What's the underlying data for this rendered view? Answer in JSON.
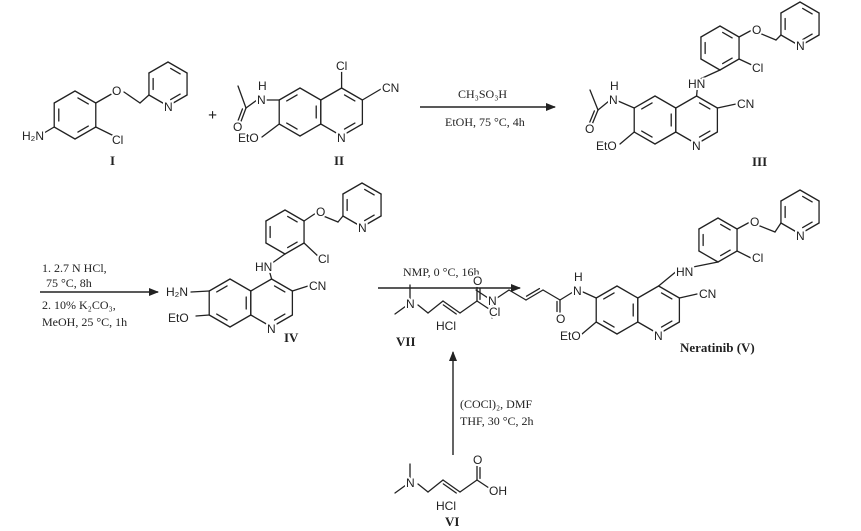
{
  "compounds": {
    "I": {
      "label": "I",
      "atoms": {
        "nh2": "H₂N",
        "o": "O",
        "cl": "Cl",
        "n": "N"
      }
    },
    "II": {
      "label": "II",
      "atoms": {
        "cl": "Cl",
        "cn": "CN",
        "n": "N",
        "eto": "EtO",
        "nh_n": "N",
        "nh_h": "H",
        "o": "O"
      }
    },
    "III": {
      "label": "III",
      "atoms": {
        "hn": "HN",
        "o": "O",
        "cl": "Cl",
        "pyn": "N",
        "cn": "CN",
        "n": "N",
        "eto": "EtO",
        "nh_n": "N",
        "nh_h": "H",
        "co": "O"
      }
    },
    "IV": {
      "label": "IV",
      "atoms": {
        "nh2": "H₂N",
        "eto": "EtO",
        "n": "N",
        "cn": "CN",
        "hn": "HN",
        "o": "O",
        "cl": "Cl",
        "pyn": "N"
      }
    },
    "V": {
      "label": "Neratinib (V)",
      "atoms": {
        "hn": "HN",
        "o": "O",
        "cl": "Cl",
        "pyn": "N",
        "cn": "CN",
        "n": "N",
        "eto": "EtO",
        "nh_n": "N",
        "nh_h": "H",
        "co": "O",
        "nme2": "N"
      }
    },
    "VI": {
      "label": "VI",
      "atoms": {
        "n": "N",
        "o": "O",
        "oh": "OH",
        "hcl": "HCl"
      }
    },
    "VII": {
      "label": "VII",
      "atoms": {
        "n": "N",
        "o": "O",
        "cl": "Cl",
        "hcl": "HCl"
      }
    }
  },
  "plus": "+",
  "steps": {
    "step1": {
      "above": "CH₃SO₃H",
      "below": "EtOH, 75 °C, 4h"
    },
    "step2": {
      "line1": "1. 2.7 N HCl,",
      "line2": "75 °C, 8h",
      "line3": "2. 10% K₂CO₃,",
      "line4": "MeOH, 25 °C, 1h"
    },
    "step3": {
      "above": "NMP, 0 °C, 16h"
    },
    "step4": {
      "line1": "(COCl)₂, DMF",
      "line2": "THF, 30 °C, 2h"
    }
  }
}
